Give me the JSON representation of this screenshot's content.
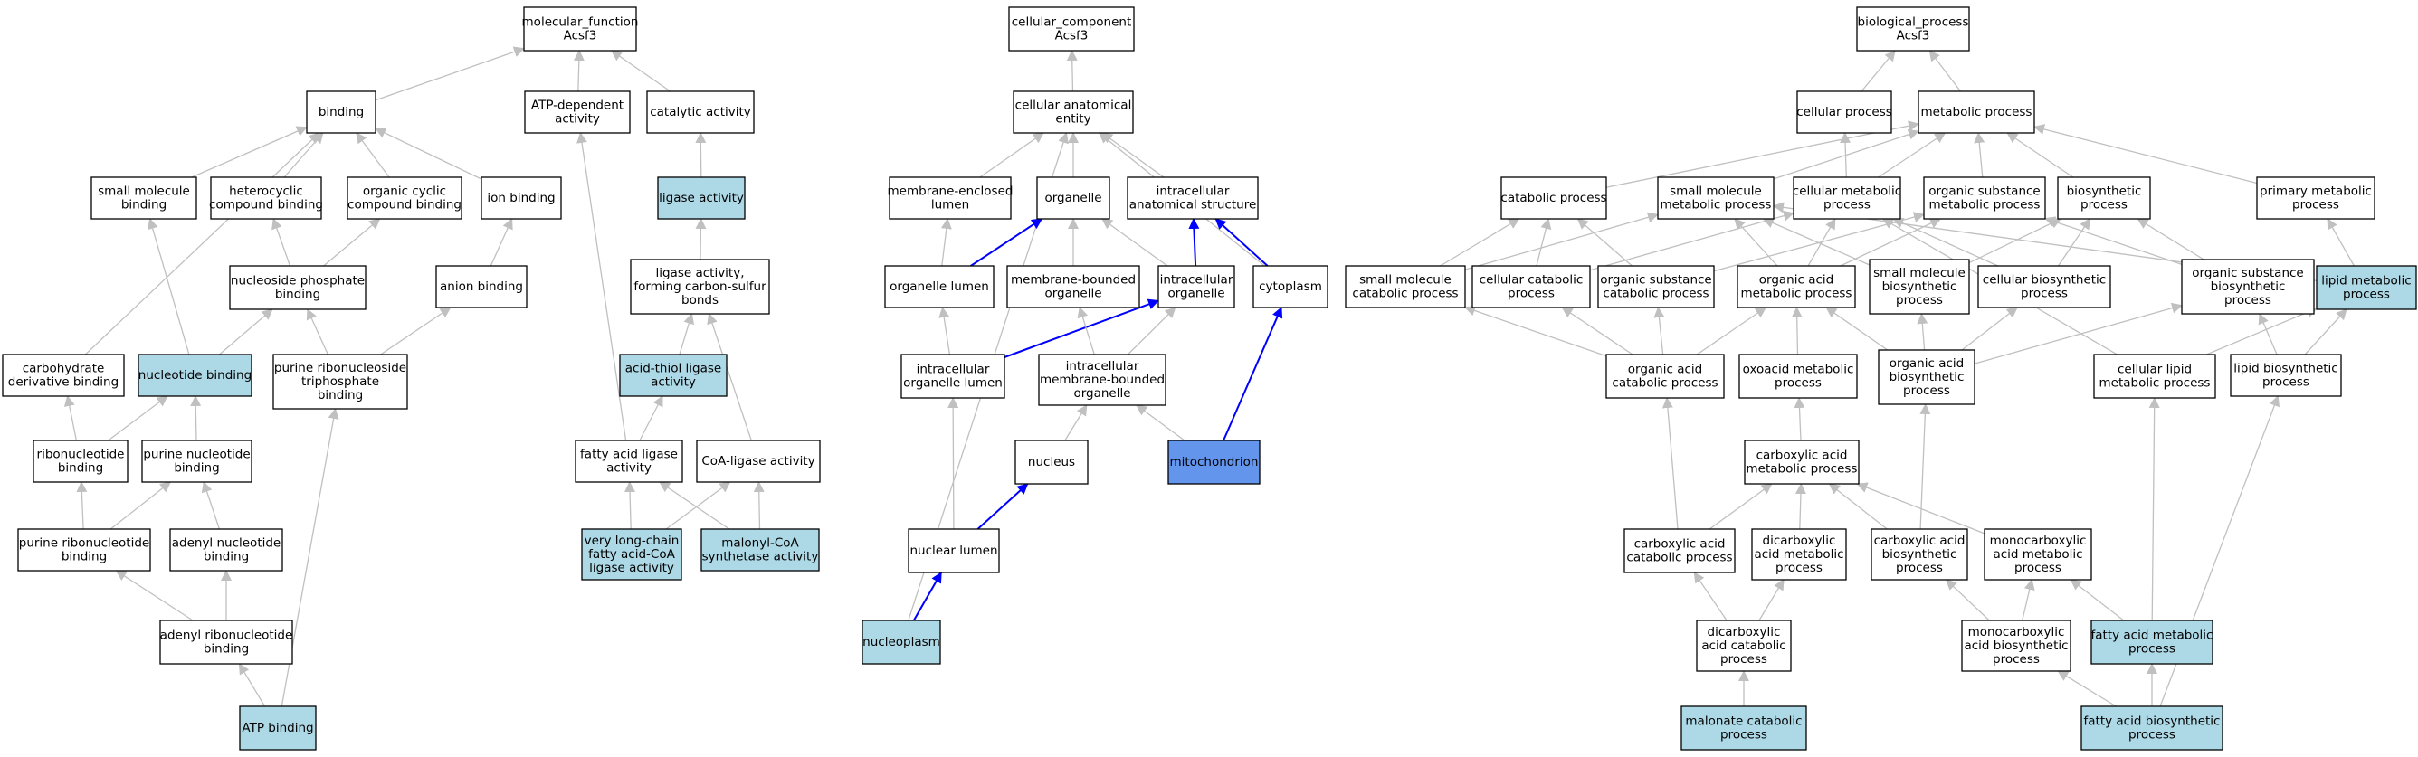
{
  "palette": {
    "plain": "#ffffff",
    "highlight": "#add8e6",
    "focus": "#6495ed",
    "edge_default": "#c0c0c0",
    "edge_path": "#0000ff"
  },
  "nodes": [
    {
      "id": "mf",
      "lines": [
        "molecular_function",
        "Acsf3"
      ],
      "fill": "plain"
    },
    {
      "id": "binding",
      "lines": [
        "binding"
      ],
      "fill": "plain"
    },
    {
      "id": "atpdep",
      "lines": [
        "ATP-dependent",
        "activity"
      ],
      "fill": "plain"
    },
    {
      "id": "catalytic",
      "lines": [
        "catalytic activity"
      ],
      "fill": "plain"
    },
    {
      "id": "smbind",
      "lines": [
        "small molecule",
        "binding"
      ],
      "fill": "plain"
    },
    {
      "id": "hetbind",
      "lines": [
        "heterocyclic",
        "compound binding"
      ],
      "fill": "plain"
    },
    {
      "id": "ocbind",
      "lines": [
        "organic cyclic",
        "compound binding"
      ],
      "fill": "plain"
    },
    {
      "id": "ionbind",
      "lines": [
        "ion binding"
      ],
      "fill": "plain"
    },
    {
      "id": "ligase",
      "lines": [
        "ligase activity"
      ],
      "fill": "highlight"
    },
    {
      "id": "nucphos",
      "lines": [
        "nucleoside phosphate",
        "binding"
      ],
      "fill": "plain"
    },
    {
      "id": "anionbind",
      "lines": [
        "anion binding"
      ],
      "fill": "plain"
    },
    {
      "id": "ligcs",
      "lines": [
        "ligase activity,",
        "forming carbon-sulfur",
        "bonds"
      ],
      "fill": "plain"
    },
    {
      "id": "carbobind",
      "lines": [
        "carbohydrate",
        "derivative binding"
      ],
      "fill": "plain"
    },
    {
      "id": "nuclbind",
      "lines": [
        "nucleotide binding"
      ],
      "fill": "highlight"
    },
    {
      "id": "prntp",
      "lines": [
        "purine ribonucleoside",
        "triphosphate",
        "binding"
      ],
      "fill": "plain"
    },
    {
      "id": "acidthiol",
      "lines": [
        "acid-thiol ligase",
        "activity"
      ],
      "fill": "highlight"
    },
    {
      "id": "ribobind",
      "lines": [
        "ribonucleotide",
        "binding"
      ],
      "fill": "plain"
    },
    {
      "id": "purbind",
      "lines": [
        "purine nucleotide",
        "binding"
      ],
      "fill": "plain"
    },
    {
      "id": "fal",
      "lines": [
        "fatty acid ligase",
        "activity"
      ],
      "fill": "plain"
    },
    {
      "id": "coalig",
      "lines": [
        "CoA-ligase activity"
      ],
      "fill": "plain"
    },
    {
      "id": "purribo",
      "lines": [
        "purine ribonucleotide",
        "binding"
      ],
      "fill": "plain"
    },
    {
      "id": "adenbind",
      "lines": [
        "adenyl nucleotide",
        "binding"
      ],
      "fill": "plain"
    },
    {
      "id": "vlcfa",
      "lines": [
        "very long-chain",
        "fatty acid-CoA",
        "ligase activity"
      ],
      "fill": "highlight"
    },
    {
      "id": "malcoa",
      "lines": [
        "malonyl-CoA",
        "synthetase activity"
      ],
      "fill": "highlight"
    },
    {
      "id": "adenribo",
      "lines": [
        "adenyl ribonucleotide",
        "binding"
      ],
      "fill": "plain"
    },
    {
      "id": "atpbind",
      "lines": [
        "ATP binding"
      ],
      "fill": "highlight"
    },
    {
      "id": "cc",
      "lines": [
        "cellular_component",
        "Acsf3"
      ],
      "fill": "plain"
    },
    {
      "id": "cae",
      "lines": [
        "cellular anatomical",
        "entity"
      ],
      "fill": "plain"
    },
    {
      "id": "memencl",
      "lines": [
        "membrane-enclosed",
        "lumen"
      ],
      "fill": "plain"
    },
    {
      "id": "organelle",
      "lines": [
        "organelle"
      ],
      "fill": "plain"
    },
    {
      "id": "ias",
      "lines": [
        "intracellular",
        "anatomical structure"
      ],
      "fill": "plain"
    },
    {
      "id": "orglumen",
      "lines": [
        "organelle lumen"
      ],
      "fill": "plain"
    },
    {
      "id": "membbound",
      "lines": [
        "membrane-bounded",
        "organelle"
      ],
      "fill": "plain"
    },
    {
      "id": "intorg",
      "lines": [
        "intracellular",
        "organelle"
      ],
      "fill": "plain"
    },
    {
      "id": "cytoplasm",
      "lines": [
        "cytoplasm"
      ],
      "fill": "plain"
    },
    {
      "id": "iol",
      "lines": [
        "intracellular",
        "organelle lumen"
      ],
      "fill": "plain"
    },
    {
      "id": "imbo",
      "lines": [
        "intracellular",
        "membrane-bounded",
        "organelle"
      ],
      "fill": "plain"
    },
    {
      "id": "nucleus",
      "lines": [
        "nucleus"
      ],
      "fill": "plain"
    },
    {
      "id": "mito",
      "lines": [
        "mitochondrion"
      ],
      "fill": "focus"
    },
    {
      "id": "nuclumen",
      "lines": [
        "nuclear lumen"
      ],
      "fill": "plain"
    },
    {
      "id": "nucleoplasm",
      "lines": [
        "nucleoplasm"
      ],
      "fill": "highlight"
    },
    {
      "id": "bp",
      "lines": [
        "biological_process",
        "Acsf3"
      ],
      "fill": "plain"
    },
    {
      "id": "cellproc",
      "lines": [
        "cellular process"
      ],
      "fill": "plain"
    },
    {
      "id": "metproc",
      "lines": [
        "metabolic process"
      ],
      "fill": "plain"
    },
    {
      "id": "catproc",
      "lines": [
        "catabolic process"
      ],
      "fill": "plain"
    },
    {
      "id": "smmet",
      "lines": [
        "small molecule",
        "metabolic process"
      ],
      "fill": "plain"
    },
    {
      "id": "cellmet",
      "lines": [
        "cellular metabolic",
        "process"
      ],
      "fill": "plain"
    },
    {
      "id": "osmet",
      "lines": [
        "organic substance",
        "metabolic process"
      ],
      "fill": "plain"
    },
    {
      "id": "biosyn",
      "lines": [
        "biosynthetic",
        "process"
      ],
      "fill": "plain"
    },
    {
      "id": "primmet",
      "lines": [
        "primary metabolic",
        "process"
      ],
      "fill": "plain"
    },
    {
      "id": "smcat",
      "lines": [
        "small molecule",
        "catabolic process"
      ],
      "fill": "plain"
    },
    {
      "id": "cellcat",
      "lines": [
        "cellular catabolic",
        "process"
      ],
      "fill": "plain"
    },
    {
      "id": "oscat",
      "lines": [
        "organic substance",
        "catabolic process"
      ],
      "fill": "plain"
    },
    {
      "id": "oamet",
      "lines": [
        "organic acid",
        "metabolic process"
      ],
      "fill": "plain"
    },
    {
      "id": "smbio",
      "lines": [
        "small molecule",
        "biosynthetic",
        "process"
      ],
      "fill": "plain"
    },
    {
      "id": "cellbio",
      "lines": [
        "cellular biosynthetic",
        "process"
      ],
      "fill": "plain"
    },
    {
      "id": "osbio",
      "lines": [
        "organic substance",
        "biosynthetic",
        "process"
      ],
      "fill": "plain"
    },
    {
      "id": "lipmet",
      "lines": [
        "lipid metabolic",
        "process"
      ],
      "fill": "highlight"
    },
    {
      "id": "oacat",
      "lines": [
        "organic acid",
        "catabolic process"
      ],
      "fill": "plain"
    },
    {
      "id": "oxomet",
      "lines": [
        "oxoacid metabolic",
        "process"
      ],
      "fill": "plain"
    },
    {
      "id": "oabio",
      "lines": [
        "organic acid",
        "biosynthetic",
        "process"
      ],
      "fill": "plain"
    },
    {
      "id": "celllip",
      "lines": [
        "cellular lipid",
        "metabolic process"
      ],
      "fill": "plain"
    },
    {
      "id": "lipbio",
      "lines": [
        "lipid biosynthetic",
        "process"
      ],
      "fill": "plain"
    },
    {
      "id": "camet",
      "lines": [
        "carboxylic acid",
        "metabolic process"
      ],
      "fill": "plain"
    },
    {
      "id": "cacat",
      "lines": [
        "carboxylic acid",
        "catabolic process"
      ],
      "fill": "plain"
    },
    {
      "id": "dcamet",
      "lines": [
        "dicarboxylic",
        "acid metabolic",
        "process"
      ],
      "fill": "plain"
    },
    {
      "id": "cabio",
      "lines": [
        "carboxylic acid",
        "biosynthetic",
        "process"
      ],
      "fill": "plain"
    },
    {
      "id": "mcamet",
      "lines": [
        "monocarboxylic",
        "acid metabolic",
        "process"
      ],
      "fill": "plain"
    },
    {
      "id": "dcacat",
      "lines": [
        "dicarboxylic",
        "acid catabolic",
        "process"
      ],
      "fill": "plain"
    },
    {
      "id": "mcabio",
      "lines": [
        "monocarboxylic",
        "acid biosynthetic",
        "process"
      ],
      "fill": "plain"
    },
    {
      "id": "fametab",
      "lines": [
        "fatty acid metabolic",
        "process"
      ],
      "fill": "highlight"
    },
    {
      "id": "malcat",
      "lines": [
        "malonate catabolic",
        "process"
      ],
      "fill": "highlight"
    },
    {
      "id": "fabio",
      "lines": [
        "fatty acid biosynthetic",
        "process"
      ],
      "fill": "highlight"
    }
  ],
  "edges": [
    [
      "binding",
      "mf",
      "default"
    ],
    [
      "atpdep",
      "mf",
      "default"
    ],
    [
      "catalytic",
      "mf",
      "default"
    ],
    [
      "smbind",
      "binding",
      "default"
    ],
    [
      "hetbind",
      "binding",
      "default"
    ],
    [
      "ocbind",
      "binding",
      "default"
    ],
    [
      "ionbind",
      "binding",
      "default"
    ],
    [
      "carbobind",
      "binding",
      "default"
    ],
    [
      "ligase",
      "catalytic",
      "default"
    ],
    [
      "nucphos",
      "hetbind",
      "default"
    ],
    [
      "nucphos",
      "ocbind",
      "default"
    ],
    [
      "anionbind",
      "ionbind",
      "default"
    ],
    [
      "ligcs",
      "ligase",
      "default"
    ],
    [
      "nuclbind",
      "smbind",
      "default"
    ],
    [
      "nuclbind",
      "nucphos",
      "default"
    ],
    [
      "prntp",
      "nucphos",
      "default"
    ],
    [
      "prntp",
      "anionbind",
      "default"
    ],
    [
      "acidthiol",
      "ligcs",
      "default"
    ],
    [
      "ribobind",
      "carbobind",
      "default"
    ],
    [
      "ribobind",
      "nuclbind",
      "default"
    ],
    [
      "purbind",
      "nuclbind",
      "default"
    ],
    [
      "fal",
      "acidthiol",
      "default"
    ],
    [
      "fal",
      "atpdep",
      "default"
    ],
    [
      "coalig",
      "ligcs",
      "default"
    ],
    [
      "purribo",
      "ribobind",
      "default"
    ],
    [
      "purribo",
      "purbind",
      "default"
    ],
    [
      "adenbind",
      "purbind",
      "default"
    ],
    [
      "vlcfa",
      "fal",
      "default"
    ],
    [
      "vlcfa",
      "coalig",
      "default"
    ],
    [
      "malcoa",
      "fal",
      "default"
    ],
    [
      "malcoa",
      "coalig",
      "default"
    ],
    [
      "adenribo",
      "purribo",
      "default"
    ],
    [
      "adenribo",
      "adenbind",
      "default"
    ],
    [
      "atpbind",
      "adenribo",
      "default"
    ],
    [
      "atpbind",
      "prntp",
      "default"
    ],
    [
      "cae",
      "cc",
      "default"
    ],
    [
      "memencl",
      "cae",
      "default"
    ],
    [
      "organelle",
      "cae",
      "default"
    ],
    [
      "ias",
      "cae",
      "default"
    ],
    [
      "cytoplasm",
      "cae",
      "default"
    ],
    [
      "nucleoplasm",
      "cae",
      "default"
    ],
    [
      "orglumen",
      "memencl",
      "default"
    ],
    [
      "orglumen",
      "organelle",
      "path"
    ],
    [
      "membbound",
      "organelle",
      "default"
    ],
    [
      "intorg",
      "organelle",
      "default"
    ],
    [
      "intorg",
      "ias",
      "path"
    ],
    [
      "cytoplasm",
      "ias",
      "path"
    ],
    [
      "iol",
      "orglumen",
      "default"
    ],
    [
      "iol",
      "intorg",
      "path"
    ],
    [
      "imbo",
      "membbound",
      "default"
    ],
    [
      "imbo",
      "intorg",
      "default"
    ],
    [
      "nucleus",
      "imbo",
      "default"
    ],
    [
      "mito",
      "imbo",
      "default"
    ],
    [
      "mito",
      "cytoplasm",
      "path"
    ],
    [
      "nuclumen",
      "iol",
      "default"
    ],
    [
      "nuclumen",
      "nucleus",
      "path"
    ],
    [
      "nucleoplasm",
      "nuclumen",
      "path"
    ],
    [
      "cellproc",
      "bp",
      "default"
    ],
    [
      "metproc",
      "bp",
      "default"
    ],
    [
      "catproc",
      "metproc",
      "default"
    ],
    [
      "smmet",
      "metproc",
      "default"
    ],
    [
      "cellmet",
      "cellproc",
      "default"
    ],
    [
      "cellmet",
      "metproc",
      "default"
    ],
    [
      "osmet",
      "metproc",
      "default"
    ],
    [
      "biosyn",
      "metproc",
      "default"
    ],
    [
      "primmet",
      "metproc",
      "default"
    ],
    [
      "smcat",
      "catproc",
      "default"
    ],
    [
      "smcat",
      "smmet",
      "default"
    ],
    [
      "cellcat",
      "catproc",
      "default"
    ],
    [
      "cellcat",
      "cellmet",
      "default"
    ],
    [
      "oscat",
      "catproc",
      "default"
    ],
    [
      "oscat",
      "osmet",
      "default"
    ],
    [
      "oamet",
      "smmet",
      "default"
    ],
    [
      "oamet",
      "cellmet",
      "default"
    ],
    [
      "oamet",
      "osmet",
      "default"
    ],
    [
      "smbio",
      "smmet",
      "default"
    ],
    [
      "smbio",
      "biosyn",
      "default"
    ],
    [
      "cellbio",
      "cellmet",
      "default"
    ],
    [
      "cellbio",
      "biosyn",
      "default"
    ],
    [
      "osbio",
      "osmet",
      "default"
    ],
    [
      "osbio",
      "biosyn",
      "default"
    ],
    [
      "lipmet",
      "primmet",
      "default"
    ],
    [
      "lipmet",
      "smmet",
      "default"
    ],
    [
      "oacat",
      "smcat",
      "default"
    ],
    [
      "oacat",
      "cellcat",
      "default"
    ],
    [
      "oacat",
      "oscat",
      "default"
    ],
    [
      "oacat",
      "oamet",
      "default"
    ],
    [
      "oxomet",
      "oamet",
      "default"
    ],
    [
      "oabio",
      "oamet",
      "default"
    ],
    [
      "oabio",
      "smbio",
      "default"
    ],
    [
      "oabio",
      "cellbio",
      "default"
    ],
    [
      "oabio",
      "osbio",
      "default"
    ],
    [
      "celllip",
      "cellmet",
      "default"
    ],
    [
      "celllip",
      "lipmet",
      "default"
    ],
    [
      "lipbio",
      "lipmet",
      "default"
    ],
    [
      "lipbio",
      "osbio",
      "default"
    ],
    [
      "camet",
      "oxomet",
      "default"
    ],
    [
      "cacat",
      "oacat",
      "default"
    ],
    [
      "cacat",
      "camet",
      "default"
    ],
    [
      "dcamet",
      "camet",
      "default"
    ],
    [
      "cabio",
      "oabio",
      "default"
    ],
    [
      "cabio",
      "camet",
      "default"
    ],
    [
      "mcamet",
      "camet",
      "default"
    ],
    [
      "dcacat",
      "cacat",
      "default"
    ],
    [
      "dcacat",
      "dcamet",
      "default"
    ],
    [
      "mcabio",
      "cabio",
      "default"
    ],
    [
      "mcabio",
      "mcamet",
      "default"
    ],
    [
      "fametab",
      "mcamet",
      "default"
    ],
    [
      "fametab",
      "celllip",
      "default"
    ],
    [
      "malcat",
      "dcacat",
      "default"
    ],
    [
      "fabio",
      "mcabio",
      "default"
    ],
    [
      "fabio",
      "fametab",
      "default"
    ],
    [
      "fabio",
      "lipbio",
      "default"
    ]
  ]
}
